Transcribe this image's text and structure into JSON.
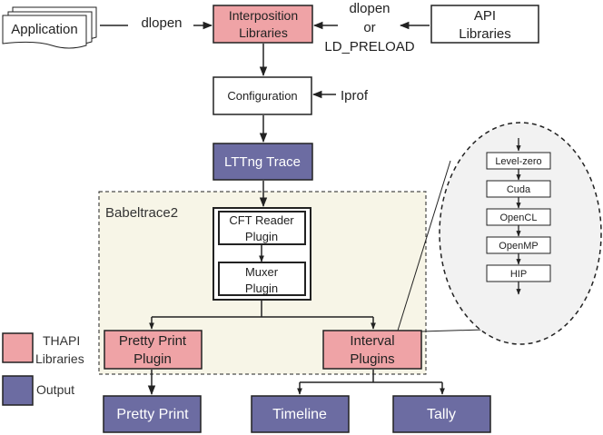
{
  "colors": {
    "thapi": "#efa3a6",
    "output": "#6c6ca2",
    "output_text": "#ffffff",
    "babeltrace_bg": "#f7f5e7",
    "stroke": "#222222"
  },
  "nodes": {
    "application": "Application",
    "interposition": [
      "Interposition",
      "Libraries"
    ],
    "api_libraries": [
      "API",
      "Libraries"
    ],
    "configuration": "Configuration",
    "lttng_trace": "LTTng Trace",
    "babeltrace_group": "Babeltrace2",
    "cft_reader": [
      "CFT Reader",
      "Plugin"
    ],
    "muxer": [
      "Muxer",
      "Plugin"
    ],
    "pretty_print_plugin": [
      "Pretty Print",
      "Plugin"
    ],
    "interval_plugins": [
      "Interval",
      "Plugins"
    ],
    "pretty_print_output": "Pretty Print",
    "timeline": "Timeline",
    "tally": "Tally"
  },
  "edge_labels": {
    "dlopen_left": "dlopen",
    "dlopen_or_preload": [
      "dlopen",
      "or",
      "LD_PRELOAD"
    ],
    "iprof": "Iprof"
  },
  "backends": [
    "Level-zero",
    "Cuda",
    "OpenCL",
    "OpenMP",
    "HIP"
  ],
  "legend": {
    "thapi": [
      "THAPI",
      "Libraries"
    ],
    "output": "Output"
  }
}
